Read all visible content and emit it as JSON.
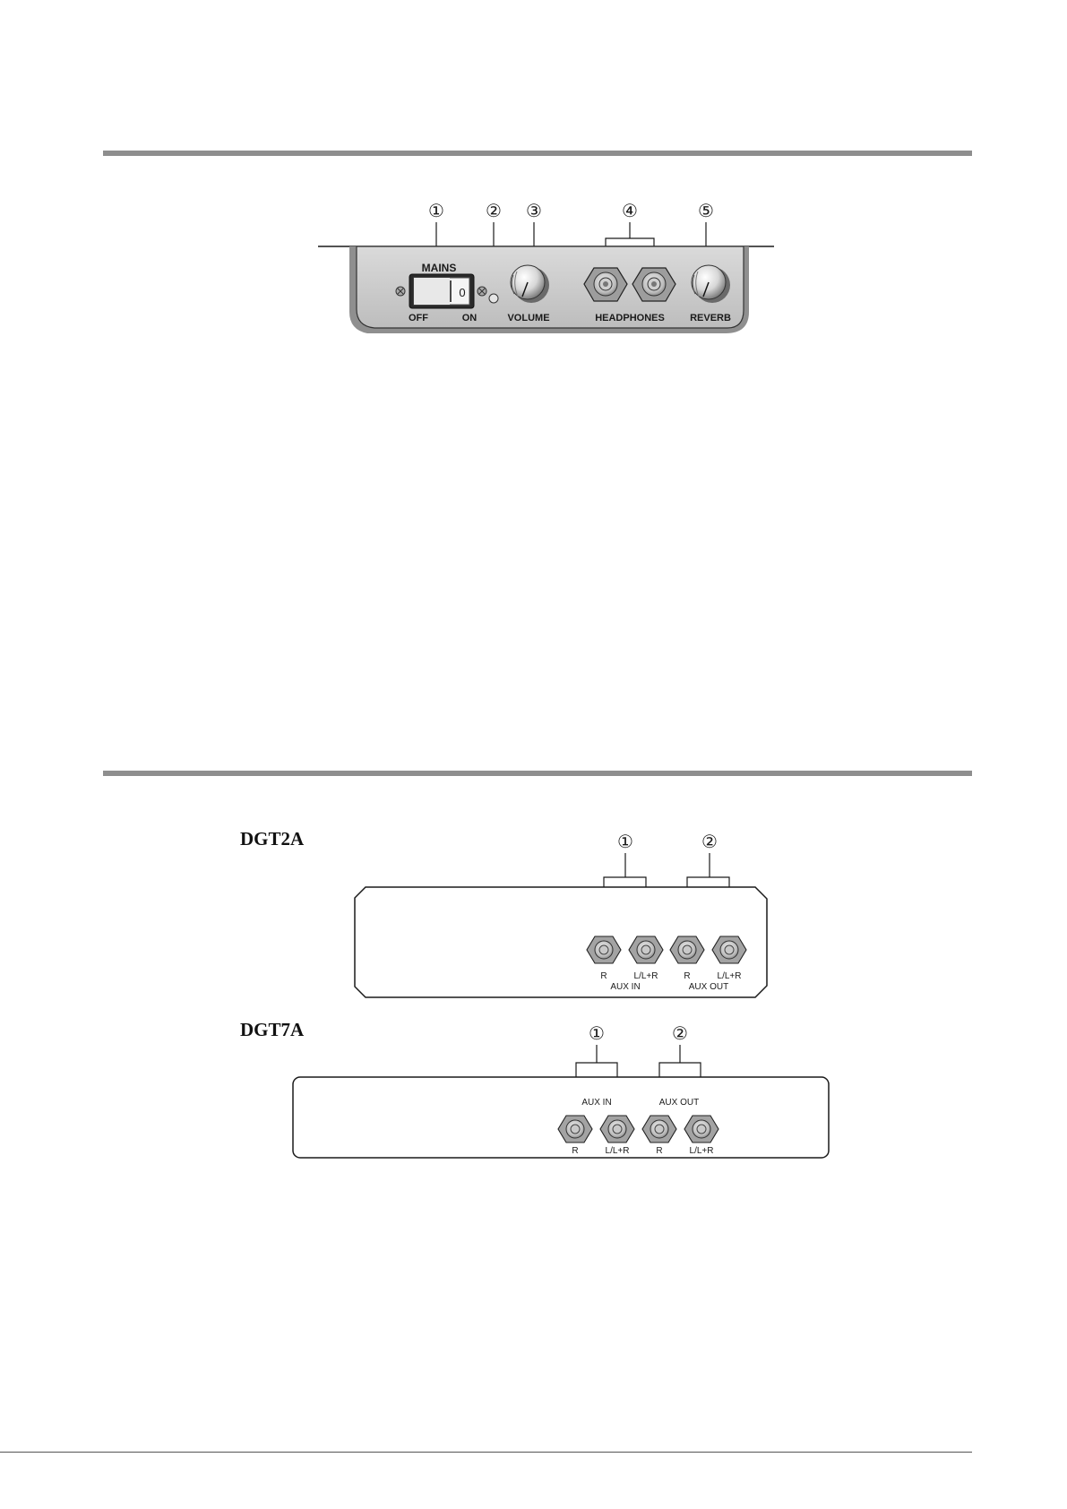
{
  "front_panel": {
    "callouts": [
      "①",
      "②",
      "③",
      "④",
      "⑤"
    ],
    "labels": {
      "mains": "MAINS",
      "off": "OFF",
      "on": "ON",
      "switch_mark": "0",
      "volume": "VOLUME",
      "headphones": "HEADPHONES",
      "reverb": "REVERB"
    }
  },
  "rear_panels": [
    {
      "model": "DGT2A",
      "callouts": [
        "①",
        "②"
      ],
      "jack_labels": [
        "R",
        "L/L+R",
        "R",
        "L/L+R"
      ],
      "group_labels": [
        "AUX IN",
        "AUX OUT"
      ]
    },
    {
      "model": "DGT7A",
      "callouts": [
        "①",
        "②"
      ],
      "jack_labels": [
        "R",
        "L/L+R",
        "R",
        "L/L+R"
      ],
      "group_labels": [
        "AUX IN",
        "AUX OUT"
      ]
    }
  ],
  "colors": {
    "panel": "#c9c9c9",
    "panel_dark": "#8a8a8a",
    "rule": "#8e8e8e",
    "ink": "#1a1a1a"
  },
  "icons": [
    "knob-icon",
    "jack-icon",
    "led-icon",
    "screw-icon",
    "rocker-switch-icon"
  ]
}
